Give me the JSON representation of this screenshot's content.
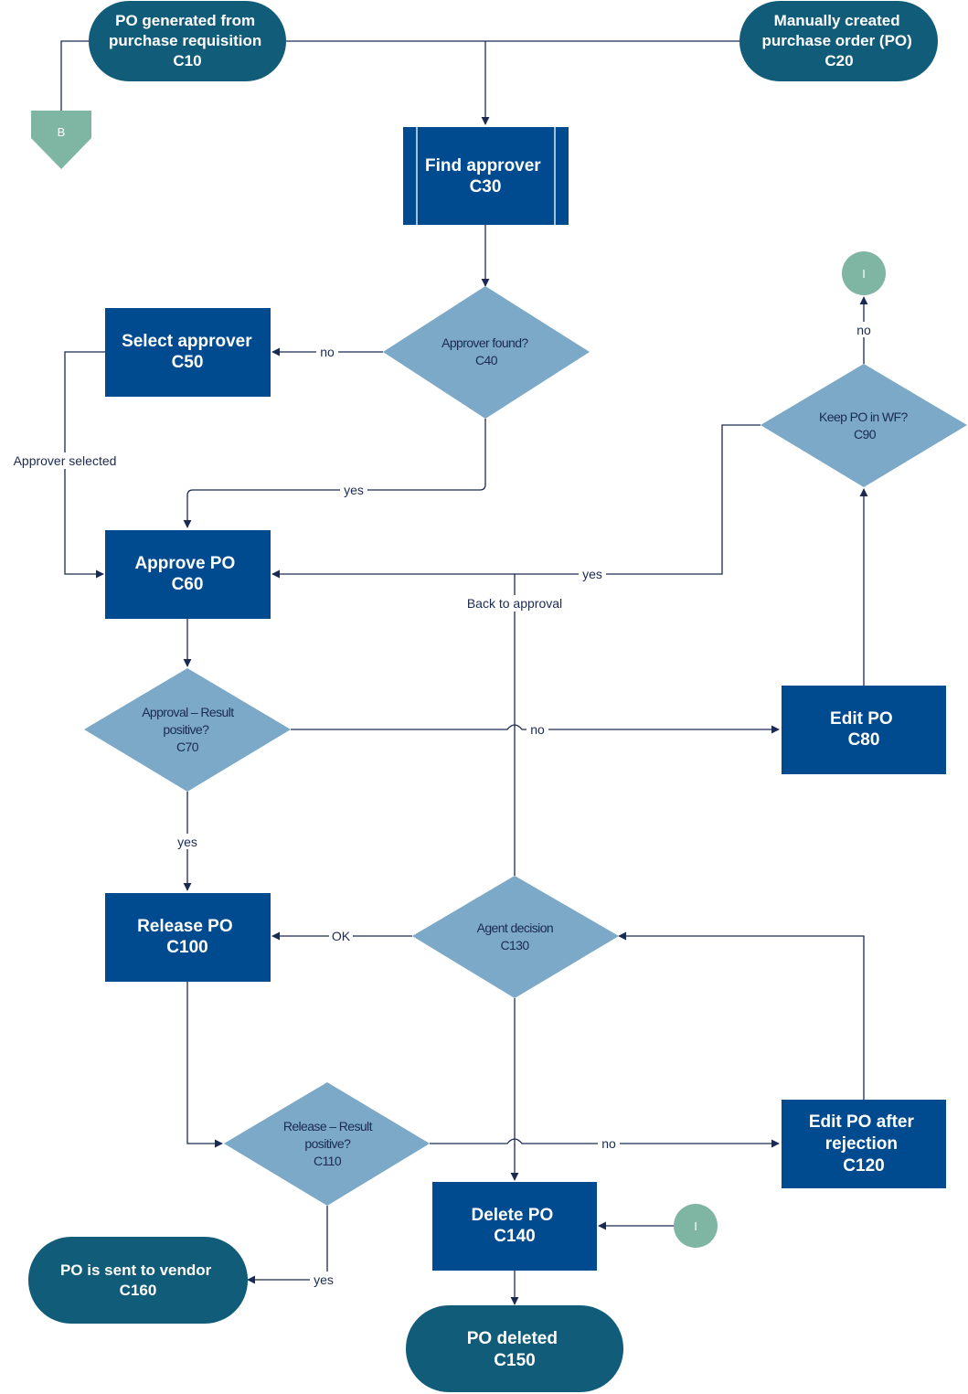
{
  "colors": {
    "terminal": "#115c79",
    "process": "#004b8f",
    "decision": "#7ba9c7",
    "connector": "#7fb6a3",
    "line": "#1b2a52",
    "label_on_dark": "#ffffff",
    "label_on_decision": "#1b2a52"
  },
  "terminals": {
    "c10": [
      "PO generated from",
      "purchase requisition",
      "C10"
    ],
    "c20": [
      "Manually created",
      "purchase order (PO)",
      "C20"
    ],
    "c160": [
      "PO is sent to vendor",
      "C160"
    ],
    "c150": [
      "PO deleted",
      "C150"
    ]
  },
  "processes": {
    "c30": [
      "Find approver",
      "C30"
    ],
    "c50": [
      "Select approver",
      "C50"
    ],
    "c60": [
      "Approve PO",
      "C60"
    ],
    "c80": [
      "Edit PO",
      "C80"
    ],
    "c100": [
      "Release PO",
      "C100"
    ],
    "c120": [
      "Edit PO after",
      "rejection",
      "C120"
    ],
    "c140": [
      "Delete PO",
      "C140"
    ]
  },
  "decisions": {
    "c40": [
      "Approver found?",
      "C40"
    ],
    "c70": [
      "Approval – Result",
      "positive?",
      "C70"
    ],
    "c90": [
      "Keep PO in WF?",
      "C90"
    ],
    "c110": [
      "Release – Result",
      "positive?",
      "C110"
    ],
    "c130": [
      "Agent decision",
      "C130"
    ]
  },
  "connectors": {
    "offpage_b": "B",
    "onpage_i_top": "I",
    "onpage_i_bottom": "I"
  },
  "edge_labels": {
    "c40_no": "no",
    "c40_yes": "yes",
    "approver_selected": "Approver  selected",
    "c90_yes": "yes",
    "back_to_approval": "Back to approval",
    "c70_no": "no",
    "c70_yes": "yes",
    "c90_no": "no",
    "c130_ok": "OK",
    "c110_no": "no",
    "c110_yes": "yes"
  }
}
